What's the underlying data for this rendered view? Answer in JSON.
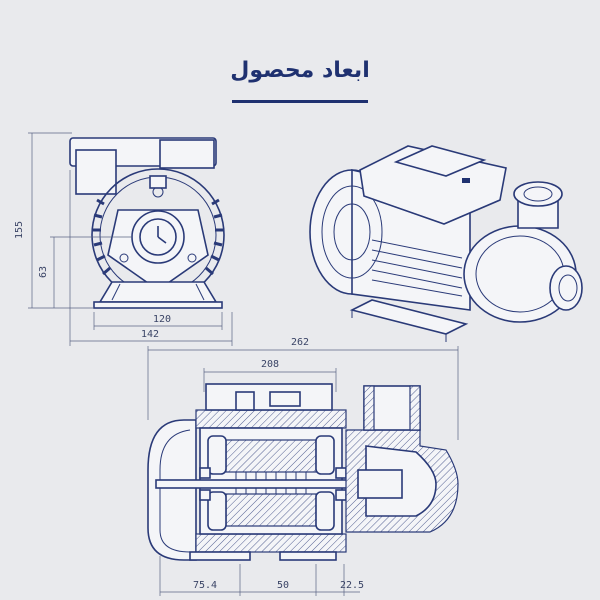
{
  "title": "ابعاد محصول",
  "dimensions": {
    "front_height": "155",
    "front_shaft_height": "63",
    "front_base_inner": "120",
    "front_base_outer": "142",
    "side_total_length": "262",
    "side_body_length": "208",
    "side_bottom_1": "75.4",
    "side_bottom_2": "50",
    "side_bottom_3": "22.5"
  },
  "colors": {
    "line": "#2a3a78",
    "title": "#1f3170",
    "background": "#e9eaed"
  }
}
